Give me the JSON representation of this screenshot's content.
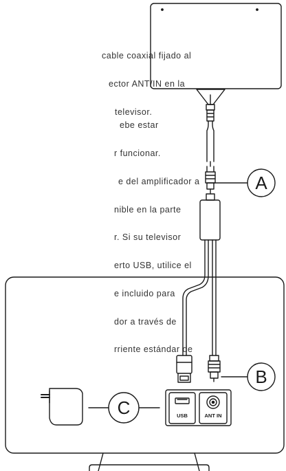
{
  "instructions": {
    "step1_lines": [
      "cable coaxial fijado al",
      "ector ANT/IN en la",
      "televisor."
    ],
    "step2_lines": [
      "ebe estar",
      "r funcionar.",
      "e del amplificador a",
      "nible en la parte",
      "r. Si su televisor",
      "erto USB, utilice el",
      "e incluido para",
      "dor a través de",
      "rriente estándar de"
    ]
  },
  "callouts": {
    "a": "A",
    "b": "B",
    "c": "C"
  },
  "ports": {
    "usb_label": "USB",
    "ant_label": "ANT IN"
  },
  "colors": {
    "line": "#1a1a1a",
    "text": "#333333",
    "background": "#ffffff"
  },
  "icons": [
    "antenna-panel",
    "amplifier",
    "usb-plug",
    "coax-plug",
    "power-adapter",
    "usb-port",
    "coax-port",
    "tv-back"
  ]
}
